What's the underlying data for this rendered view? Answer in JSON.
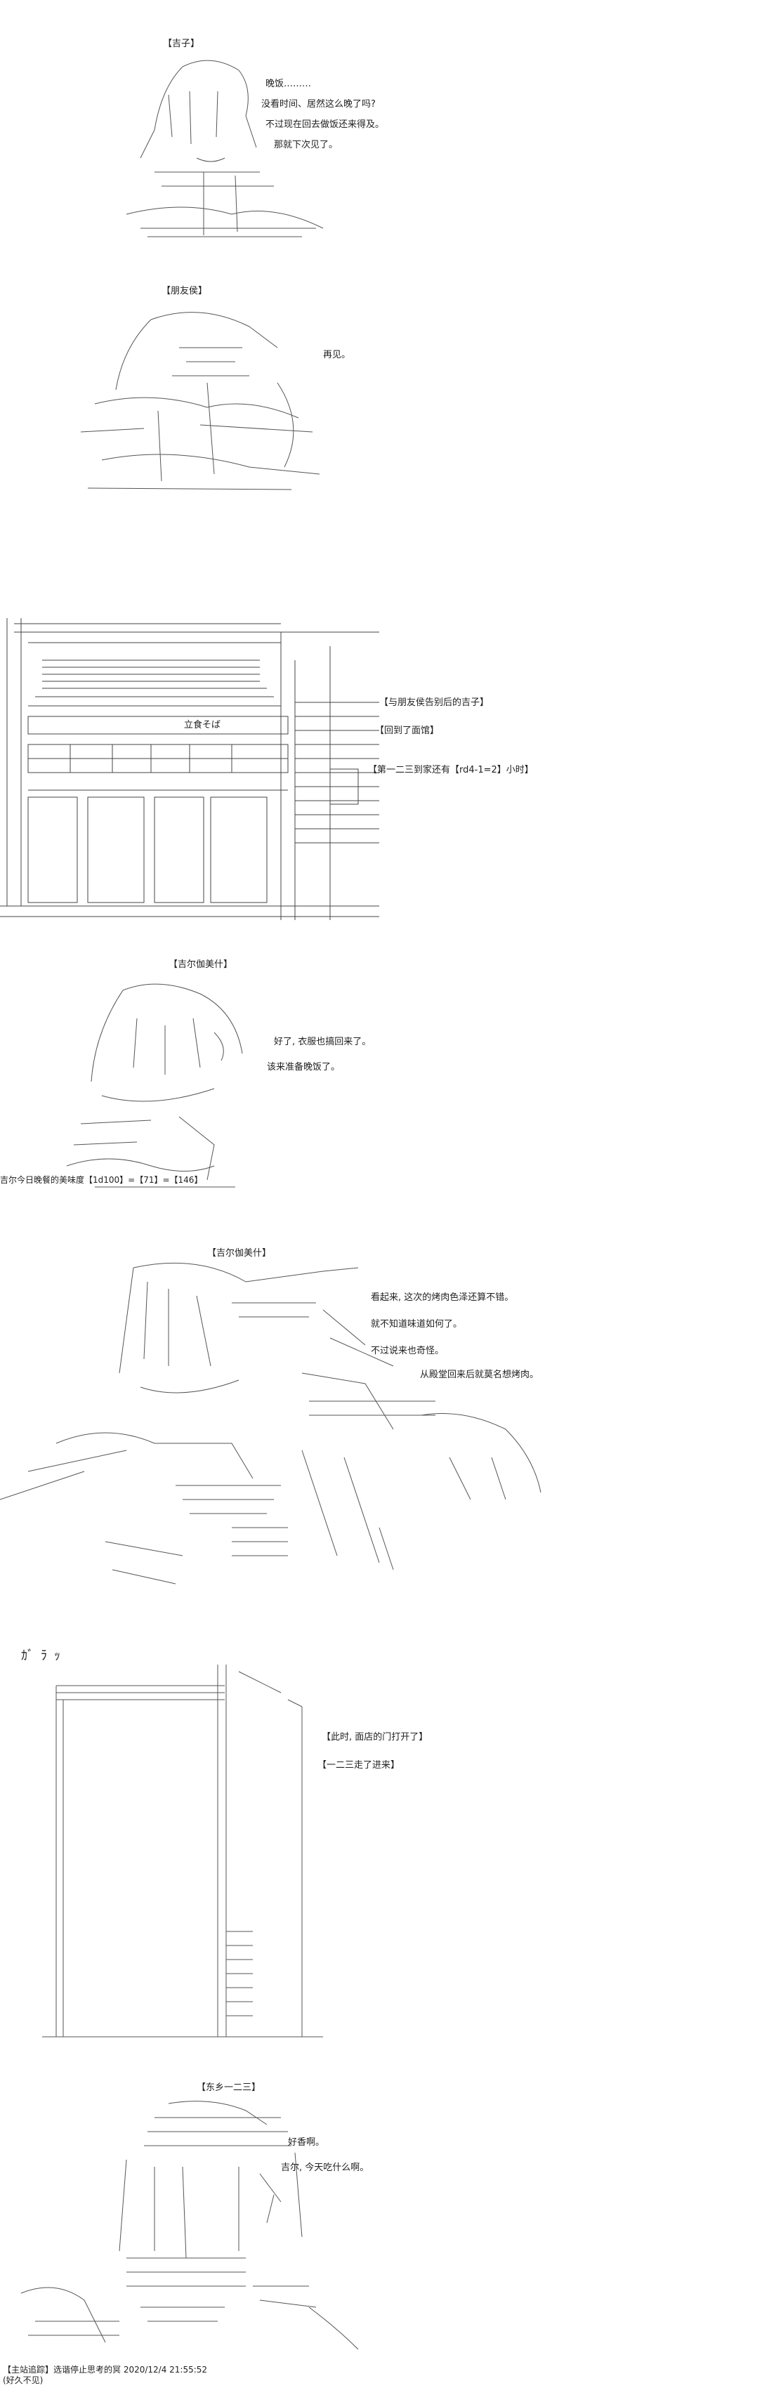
{
  "panels": [
    {
      "name_label": "【吉子】",
      "lines": [
        "晚饭………",
        "没看时间、居然这么晚了吗?",
        "不过现在回去做饭还来得及。",
        "那就下次见了。"
      ]
    },
    {
      "name_label": "【朋友侯】",
      "lines": [
        "再见。"
      ]
    },
    {
      "shop_sign": "立食そば",
      "narration": [
        "【与朋友侯告别后的吉子】",
        "【回到了面馆】",
        "【第一二三到家还有【rd4-1=2】小时】"
      ]
    },
    {
      "name_label": "【吉尔伽美什】",
      "lines": [
        "好了, 衣服也搞回来了。",
        "该来准备晚饭了。"
      ],
      "roll_line": "吉尔今日晚餐的美味度【1d100】=【71】=【146】"
    },
    {
      "name_label": "【吉尔伽美什】",
      "lines": [
        "看起来, 这次的烤肉色泽还算不错。",
        "就不知道味道如何了。",
        "不过说来也奇怪。",
        "从殿堂回来后就莫名想烤肉。"
      ]
    },
    {
      "sfx": "ｶﾞﾗｯ",
      "narration": [
        "【此时, 面店的门打开了】",
        "【一二三走了进来】"
      ]
    },
    {
      "name_label": "【东乡一二三】",
      "lines": [
        "好香啊。",
        "吉尔, 今天吃什么啊。"
      ]
    }
  ],
  "footer": {
    "line1": "【主站追踪】选谐停止思考的冥 2020/12/4 21:55:52",
    "line2": "(好久不见)"
  }
}
